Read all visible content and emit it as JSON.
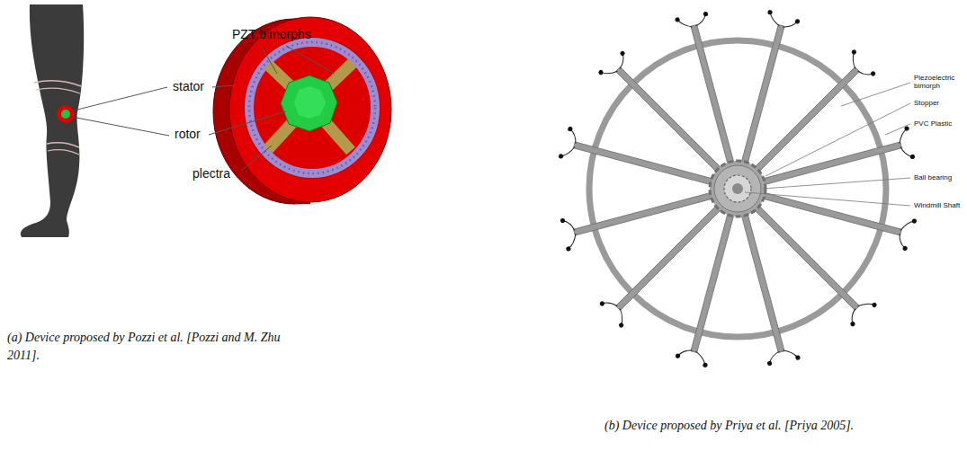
{
  "diagram": {
    "labels": [
      "PZT bimorphs",
      "stator",
      "rotor",
      "plectra",
      "(a) Device proposed by Pozzi et al. [Pozzi and M. Zhu 2011].",
      "Piezoelectric bimorph",
      "Stopper",
      "PVC Plastic",
      "Ball bearing",
      "Windmill Shaft",
      "(b) Device proposed by Priya et al. [Priya 2005]."
    ]
  }
}
